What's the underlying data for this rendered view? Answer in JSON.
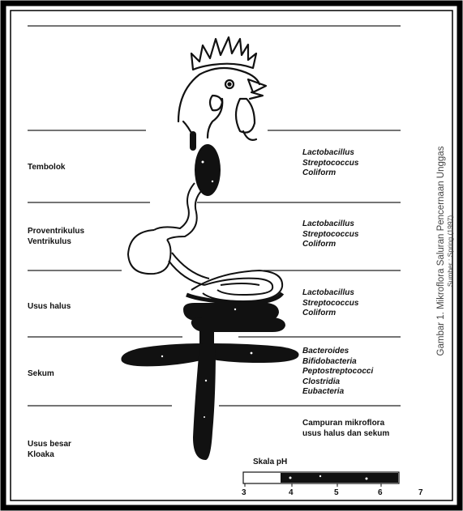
{
  "sections": [
    {
      "label": "Tembolok",
      "bacteria": [
        "Lactobacillus",
        "Streptococcus",
        "Coliform"
      ]
    },
    {
      "label": "Proventrikulus\nVentrikulus",
      "bacteria": [
        "Lactobacillus",
        "Streptococcus",
        "Coliform"
      ]
    },
    {
      "label": "Usus halus",
      "bacteria": [
        "Lactobacillus",
        "Streptococcus",
        "Coliform"
      ]
    },
    {
      "label": "Sekum",
      "bacteria": [
        "Bacteroides",
        "Bifidobacteria",
        "Peptostreptococci",
        "Clostridia",
        "Eubacteria"
      ]
    },
    {
      "label": "Usus besar\nKloaka",
      "note": "Campuran mikroflora\nusus halus dan sekum"
    }
  ],
  "ph_scale": {
    "title": "Skala pH",
    "ticks": [
      "3",
      "4",
      "5",
      "6",
      "7"
    ]
  },
  "caption": {
    "title": "Gambar 1. Mikroflora Saluran Pencernaan Unggas",
    "source": "Sumber : Spring (1997)"
  },
  "colors": {
    "ink": "#111111",
    "frame": "#000000",
    "caption": "#444444"
  }
}
